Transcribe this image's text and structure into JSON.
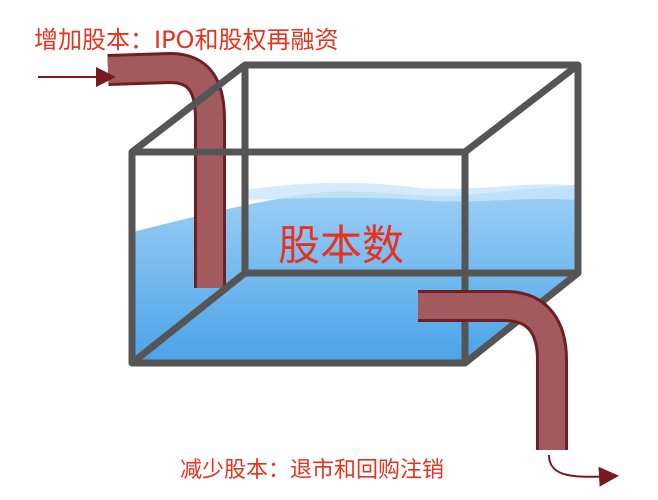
{
  "labels": {
    "increase": "增加股本：IPO和股权再融资",
    "center": "股本数",
    "decrease": "减少股本：退市和回购注销"
  },
  "colors": {
    "text": "#e8321e",
    "frame": "#555555",
    "pipe": "#a25a5e",
    "pipe_outline": "#6e1f24",
    "water": "#5aaeea"
  }
}
